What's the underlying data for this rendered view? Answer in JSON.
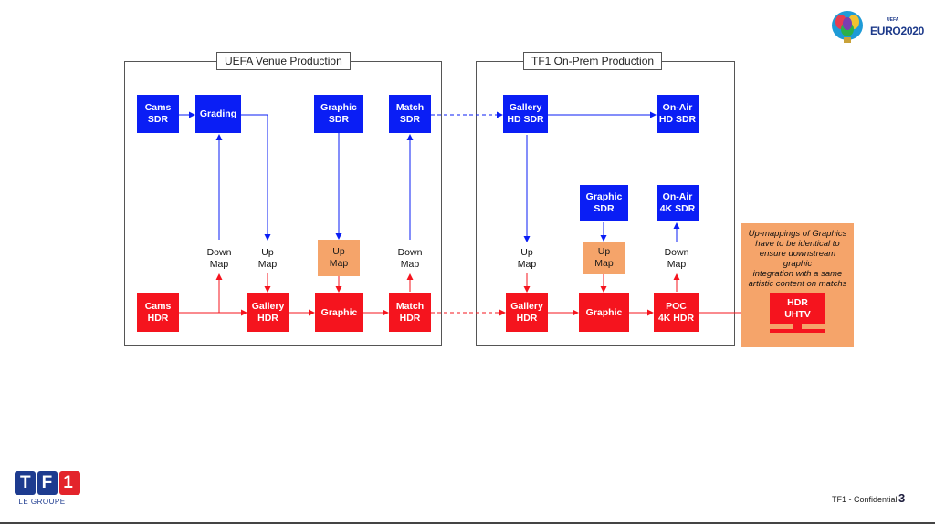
{
  "sections": {
    "uefa": {
      "title": "UEFA Venue Production"
    },
    "tf1": {
      "title": "TF1 On-Prem Production"
    }
  },
  "uefa": {
    "cams_sdr": "Cams\nSDR",
    "grading": "Grading",
    "graphic_sdr": "Graphic\nSDR",
    "match_sdr": "Match\nSDR",
    "down_map_1": "Down\nMap",
    "up_map_1": "Up\nMap",
    "up_map_2": "Up\nMap",
    "down_map_2": "Down\nMap",
    "cams_hdr": "Cams\nHDR",
    "gallery_hdr": "Gallery\nHDR",
    "graphic": "Graphic",
    "match_hdr": "Match\nHDR"
  },
  "tf1": {
    "gallery_hd_sdr": "Gallery\nHD SDR",
    "onair_hd_sdr": "On-Air\nHD SDR",
    "graphic_sdr": "Graphic\nSDR",
    "onair_4k_sdr": "On-Air\n4K SDR",
    "up_map_1": "Up\nMap",
    "up_map_2": "Up\nMap",
    "down_map": "Down\nMap",
    "gallery_hdr": "Gallery\nHDR",
    "graphic": "Graphic",
    "poc_4k_hdr": "POC\n4K HDR"
  },
  "note": {
    "text": "Up-mappings of Graphics\nhave to be identical to\nensure downstream graphic\nintegration with a same\nartistic content on matchs",
    "tv_label": "HDR\nUHTV"
  },
  "logos": {
    "euro": "EURO2020",
    "euro_top": "UEFA",
    "tf1": "TF1",
    "tf1_sub": "LE GROUPE"
  },
  "footer": {
    "confidential": "TF1 - Confidential",
    "page": "3"
  },
  "colors": {
    "blue": "#0a1ef5",
    "red": "#f5141e",
    "orange": "#f5a46a"
  }
}
